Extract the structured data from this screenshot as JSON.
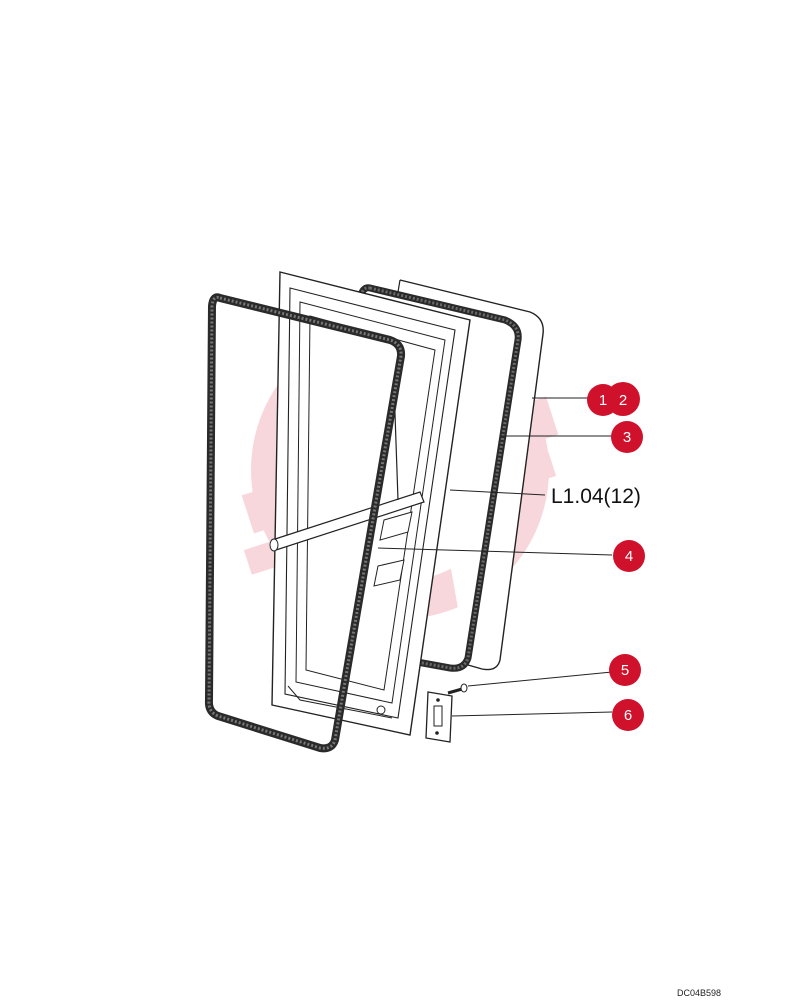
{
  "diagram": {
    "callouts": [
      {
        "id": "c1",
        "label": "1"
      },
      {
        "id": "c2",
        "label": "2"
      },
      {
        "id": "c3",
        "label": "3"
      },
      {
        "id": "c4",
        "label": "4"
      },
      {
        "id": "c5",
        "label": "5"
      },
      {
        "id": "c6",
        "label": "6"
      }
    ],
    "reference_label": "L1.04(12)",
    "drawing_code": "DC04B598",
    "accent_color": "#d0112b"
  }
}
